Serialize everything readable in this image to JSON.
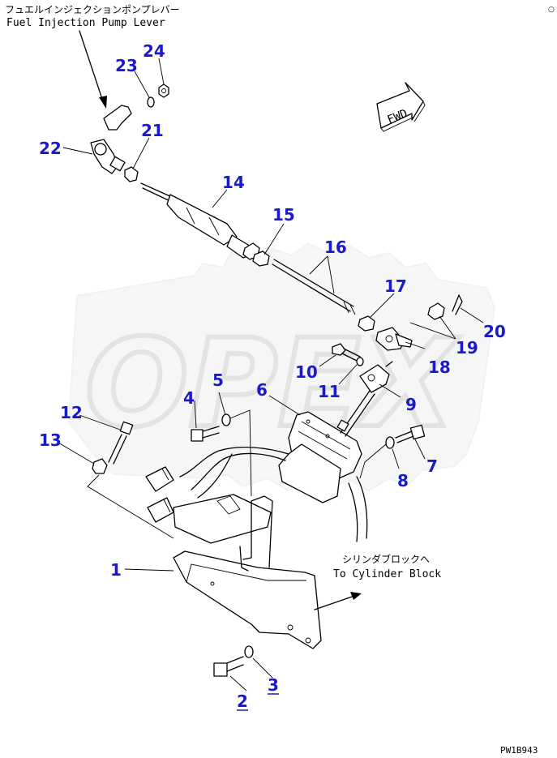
{
  "title_japanese": "フュエルインジェクションポンプレバー",
  "title_english": "Fuel Injection Pump Lever",
  "cylinder_label_japanese": "シリンダブロックへ",
  "cylinder_label_english": "To Cylinder Block",
  "fwd_label": "FWD",
  "drawing_code": "PW1B943",
  "watermark_text": "OPEX",
  "callouts": {
    "c1": "1",
    "c2": "2",
    "c3": "3",
    "c4": "4",
    "c5": "5",
    "c6": "6",
    "c7": "7",
    "c8": "8",
    "c9": "9",
    "c10": "10",
    "c11": "11",
    "c12": "12",
    "c13": "13",
    "c14": "14",
    "c15": "15",
    "c16": "16",
    "c17": "17",
    "c18": "18",
    "c19": "19",
    "c20": "20",
    "c21": "21",
    "c22": "22",
    "c23": "23",
    "c24": "24"
  },
  "colors": {
    "callout": "#1a1acc",
    "line": "#000000",
    "watermark": "#e8e8e8"
  }
}
